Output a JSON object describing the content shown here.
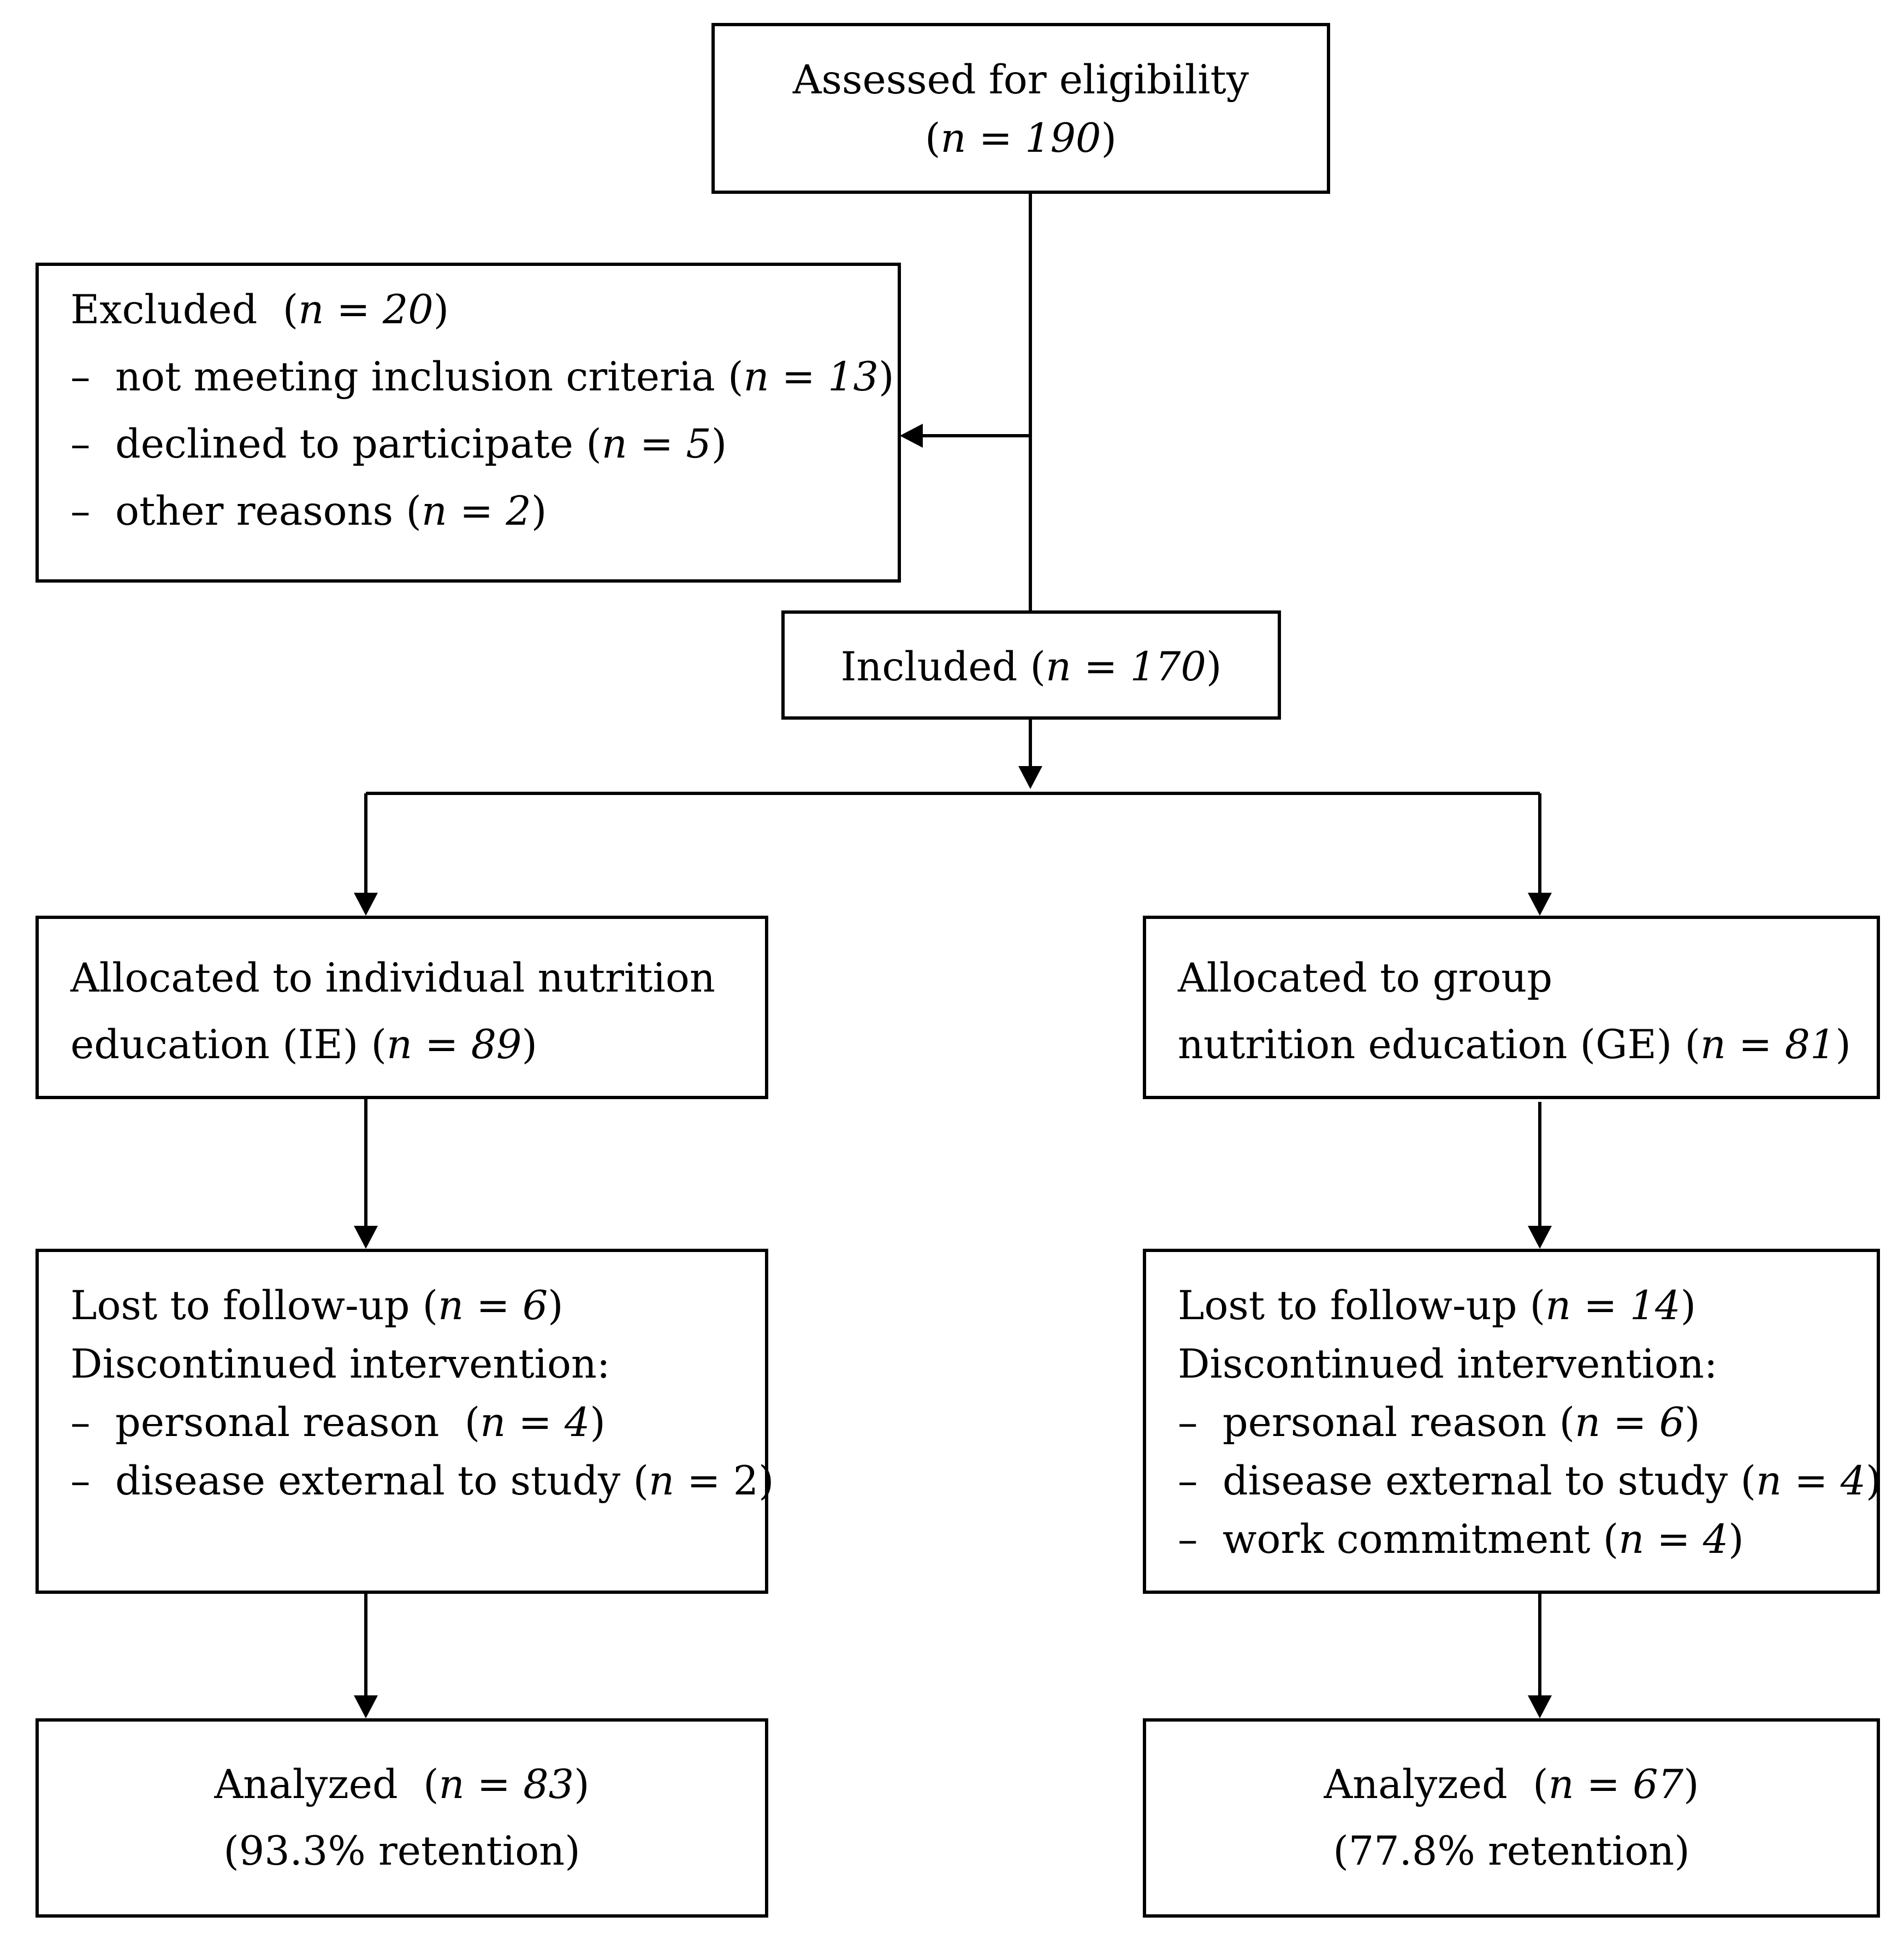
{
  "assessed": {
    "label": "Assessed for eligibility",
    "n": "190"
  },
  "excluded": {
    "label": "Excluded",
    "n": "20",
    "items": [
      {
        "text": "not meeting inclusion criteria",
        "n": "13"
      },
      {
        "text": "declined to participate",
        "n": "5"
      },
      {
        "text": "other reasons",
        "n": "2"
      }
    ]
  },
  "included": {
    "label": "Included",
    "n": "170"
  },
  "ie_alloc": {
    "line1": "Allocated to individual nutrition",
    "line2": "education (IE)",
    "n": "89"
  },
  "ge_alloc": {
    "line1": "Allocated to group",
    "line2": "nutrition education (GE)",
    "n": "81"
  },
  "ie_lost": {
    "lost_label": "Lost to follow-up",
    "lost_n": "6",
    "discontinued_label": "Discontinued intervention:",
    "items": [
      {
        "text": "personal reason",
        "n": "4"
      },
      {
        "text": "disease external to study",
        "n": "2"
      }
    ]
  },
  "ge_lost": {
    "lost_label": "Lost to follow-up",
    "lost_n": "14",
    "discontinued_label": "Discontinued intervention:",
    "items": [
      {
        "text": "personal reason",
        "n": "6"
      },
      {
        "text": "disease external to study",
        "n": "4"
      },
      {
        "text": "work commitment",
        "n": "4"
      }
    ]
  },
  "ie_analyzed": {
    "label": "Analyzed",
    "n": "83",
    "retention": "(93.3% retention)"
  },
  "ge_analyzed": {
    "label": "Analyzed",
    "n": "67",
    "retention": "(77.8% retention)"
  },
  "symbols": {
    "n_var": "n",
    "equals": " = ",
    "dash": "–"
  }
}
